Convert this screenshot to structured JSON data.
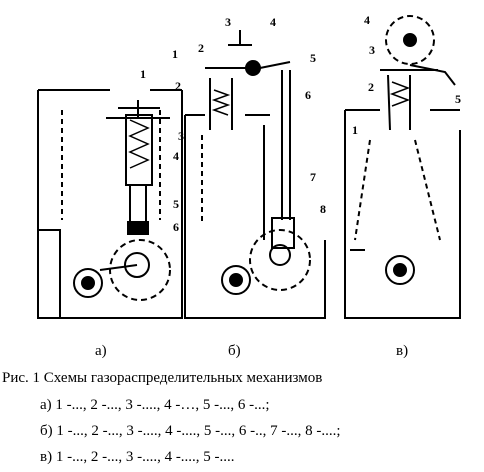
{
  "figure": {
    "a_numbers": [
      "1",
      "2",
      "3",
      "4",
      "5",
      "6"
    ],
    "b_numbers": [
      "1",
      "2",
      "3",
      "4",
      "5",
      "6",
      "7",
      "8"
    ],
    "c_numbers": [
      "1",
      "2",
      "3",
      "4",
      "5"
    ]
  },
  "labels": {
    "a": "а)",
    "b": "б)",
    "c": "в)"
  },
  "caption": "Рис. 1 Схемы газораспределительных механизмов",
  "lines": {
    "a": "а) 1 -..., 2 -..., 3 -...., 4 -…, 5 -..., 6 -...;",
    "b": "б) 1 -..., 2 -..., 3 -...., 4 -...., 5 -..., 6 -.., 7 -..., 8 -....;",
    "c": "в) 1 -..., 2 -..., 3 -...., 4 -...., 5 -...."
  }
}
